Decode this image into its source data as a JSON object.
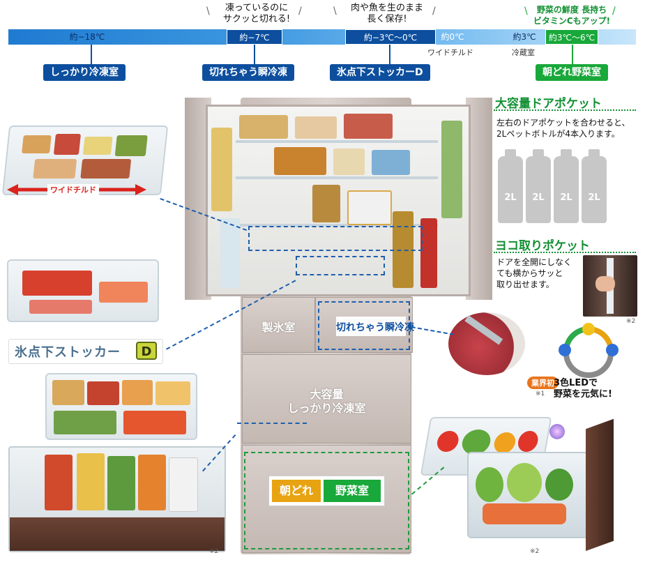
{
  "temperature_bar": {
    "segments": [
      {
        "label": "約−18℃"
      },
      {
        "label": "約−7℃"
      },
      {
        "label": "約−3℃〜0℃"
      },
      {
        "label": "約0℃"
      },
      {
        "label": "約3℃"
      },
      {
        "label": "約3℃〜6℃"
      }
    ],
    "sublabels": {
      "wide_chilled": "ワイドチルド",
      "refrigerator": "冷蔵室"
    },
    "compartment_labels": {
      "freezer": "しっかり冷凍室",
      "instant_freeze": "切れちゃう瞬冷凍",
      "stocker": "氷点下ストッカーD",
      "vegetable": "朝どれ野菜室"
    },
    "callouts": {
      "instant_freeze": [
        "凍っているのに",
        "サクッと切れる!"
      ],
      "stocker": [
        "肉や魚を生のまま",
        "長く保存!"
      ],
      "vegetable": [
        "野菜の鮮度 長持ち",
        "ビタミンCもアップ!"
      ]
    }
  },
  "fridge": {
    "ice_room": "製氷室",
    "instant_freeze_drawer": "切れちゃう瞬冷凍",
    "freezer_drawer": [
      "大容量",
      "しっかり冷凍室"
    ],
    "vegetable_logo": {
      "part1": "朝どれ",
      "part2": "野菜室"
    }
  },
  "left_panel": {
    "wide_chilled_label": "ワイドチルド",
    "stocker_logo": {
      "text": "氷点下ストッカー",
      "letter": "D"
    }
  },
  "right_panel": {
    "door_pocket": {
      "title": "大容量ドアポケット",
      "text": "左右のドアポケットを合わせると、2Lペットボトルが4本入ります。",
      "bottle_label": "2L",
      "bottle_count": 4
    },
    "side_pocket": {
      "title": "ヨコ取りポケット",
      "text": [
        "ドアを全開にしなく",
        "ても横からサッと",
        "取り出せます。"
      ],
      "note": "※2"
    },
    "led": {
      "badge": "業界初",
      "note": "※1",
      "text": [
        "3色LEDで",
        "野菜を元気に!"
      ]
    }
  },
  "notes": {
    "bottom_left": "※2",
    "bottom_right": "※2"
  },
  "colors": {
    "blue": "#0d4f9e",
    "green": "#19a83a",
    "orange": "#e8a312",
    "red": "#d9231c"
  }
}
